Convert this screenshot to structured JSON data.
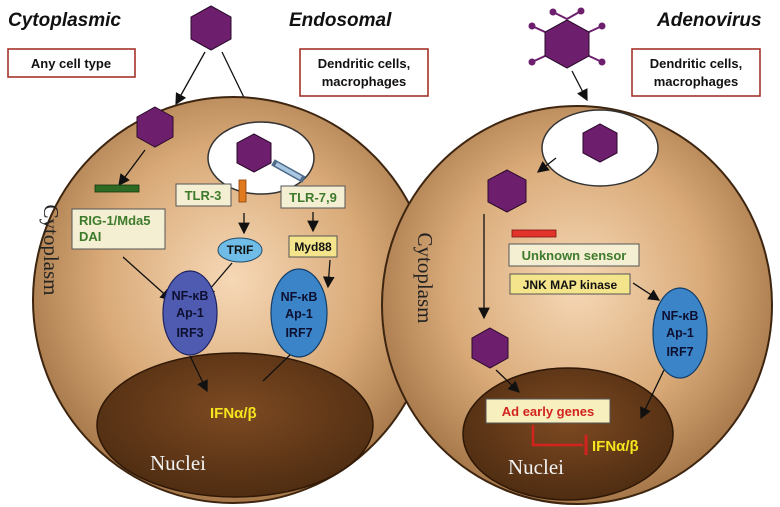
{
  "left_panel": {
    "title_cytoplasmic": "Cytoplasmic",
    "title_endosomal": "Endosomal",
    "box_any_cell": "Any cell type",
    "box_dendritic_line1": "Dendritic cells,",
    "box_dendritic_line2": "macrophages",
    "rig_line1": "RIG-1/Mda5",
    "rig_line2": "DAI",
    "tlr3": "TLR-3",
    "tlr79": "TLR-7,9",
    "trif": "TRIF",
    "myd88": "Myd88",
    "tf1": [
      "NF-κB",
      "Ap-1",
      "IRF3"
    ],
    "tf2": [
      "NF-κB",
      "Ap-1",
      "IRF7"
    ],
    "cytoplasm": "Cytoplasm",
    "ifn": "IFNα/β",
    "nuclei": "Nuclei"
  },
  "right_panel": {
    "title_adenovirus": "Adenovirus",
    "box_dendritic_line1": "Dendritic cells,",
    "box_dendritic_line2": "macrophages",
    "unknown_sensor": "Unknown sensor",
    "jnk": "JNK MAP kinase",
    "tf": [
      "NF-κB",
      "Ap-1",
      "IRF7"
    ],
    "cytoplasm": "Cytoplasm",
    "ad_early": "Ad early genes",
    "ifn": "IFNα/β",
    "nuclei": "Nuclei"
  },
  "colors": {
    "cell_gradient_center": "#f6d8b6",
    "cell_gradient_edge": "#9a6b3e",
    "nucleus": "#6b3f1c",
    "virus": "#6d1f6e",
    "box_border": "#a3342a",
    "label_box_fill": "#f4efd2",
    "tf_left": "#4f5bb0",
    "tf_right": "#3c84c8",
    "trif": "#6fbde6",
    "myd88_fill": "#f4e58c",
    "ifn_text": "#f5e51e",
    "red_arrow": "#d2231f"
  }
}
